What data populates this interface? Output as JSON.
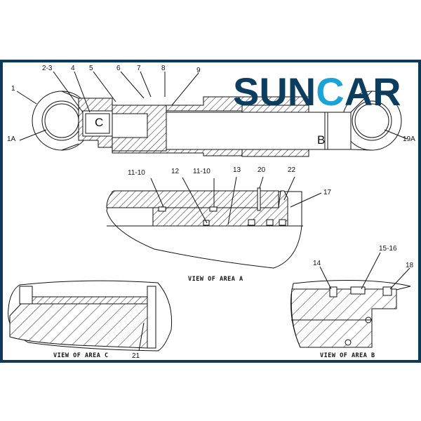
{
  "logo": {
    "text_left": "SUN",
    "text_mid": "C",
    "text_right": "AR",
    "primary_color": "#0c3c5e",
    "accent_color": "#1ba3d6"
  },
  "frame_color": "#0e3a5a",
  "main_view": {
    "labels": [
      "1",
      "2-3",
      "4",
      "5",
      "6",
      "7",
      "8",
      "9",
      "1A",
      "19A"
    ],
    "area_markers": {
      "c": "C",
      "b": "B"
    }
  },
  "area_a": {
    "labels": [
      "11-10",
      "12",
      "11-10",
      "13",
      "20",
      "22",
      "17"
    ],
    "caption": "VIEW OF AREA A"
  },
  "area_b": {
    "labels": [
      "14",
      "15-16",
      "18"
    ],
    "caption": "VIEW OF AREA B"
  },
  "area_c": {
    "labels": [
      "21"
    ],
    "caption": "VIEW OF AREA C"
  }
}
